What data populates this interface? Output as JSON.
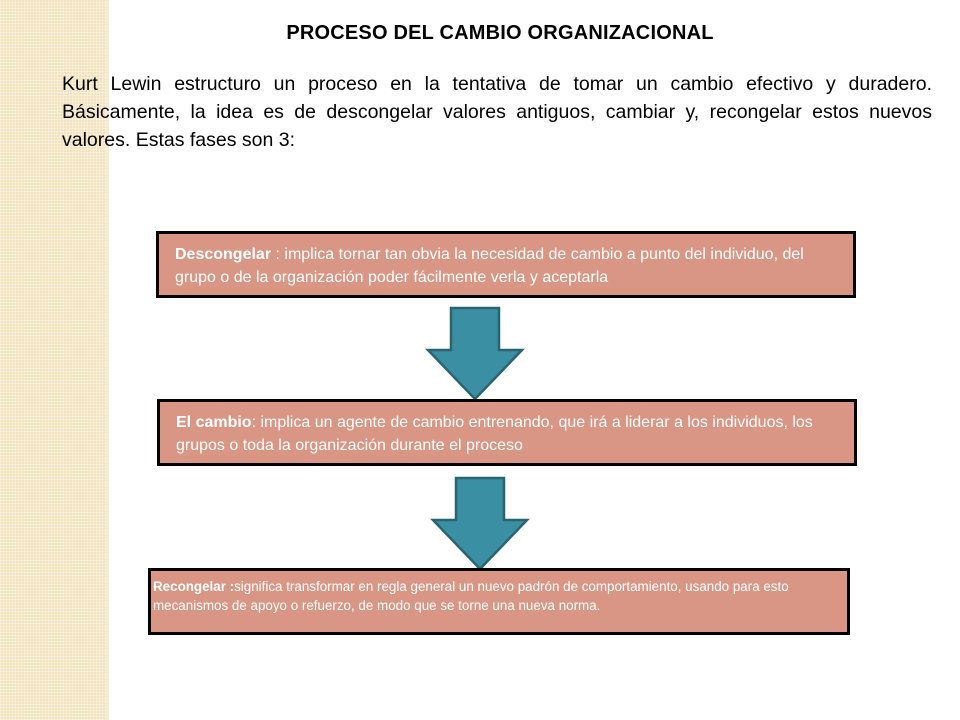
{
  "slide": {
    "title": "PROCESO DEL CAMBIO ORGANIZACIONAL",
    "intro": "Kurt Lewin estructuro un proceso en la tentativa de tomar un cambio efectivo y duradero. Básicamente, la idea es de descongelar valores antiguos, cambiar y, recongelar estos nuevos valores. Estas fases son 3:"
  },
  "phases": [
    {
      "label": "Descongelar",
      "text": " : implica tornar tan obvia la necesidad de cambio a punto del individuo, del grupo o de la organización poder fácilmente verla y aceptarla"
    },
    {
      "label": "El cambio",
      "text": ": implica un agente de cambio entrenando, que irá a liderar a los individuos, los grupos o toda la organización durante el proceso"
    },
    {
      "label": "Recongelar :",
      "text": "significa transformar en regla general un nuevo padrón de comportamiento, usando para esto mecanismos de apoyo o refuerzo, de modo que se torne una nueva norma."
    }
  ],
  "colors": {
    "box_fill": "#d99684",
    "arrow_fill": "#3b8fa3",
    "arrow_stroke": "#2a6472",
    "side_strip": "#f3e3bd"
  },
  "icons": [
    "down-arrow-icon",
    "down-arrow-icon"
  ]
}
